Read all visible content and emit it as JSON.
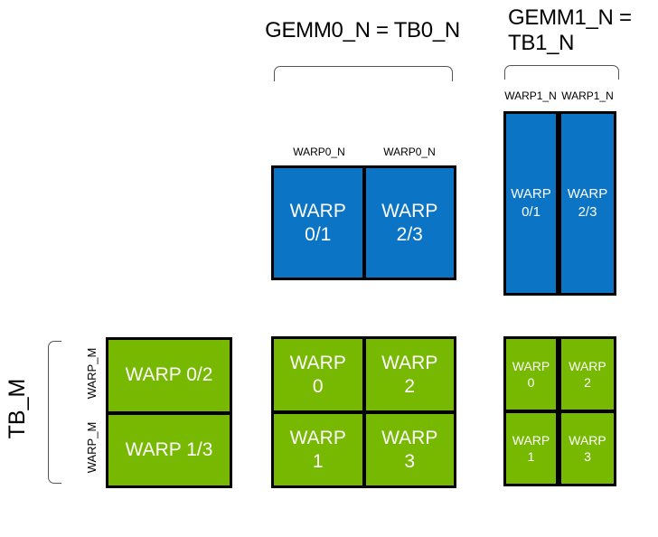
{
  "colors": {
    "blue": "#0b74c5",
    "green": "#76b900",
    "line": "#555555",
    "border": "#000000"
  },
  "titles": {
    "gemm0": "GEMM0_N = TB0_N",
    "gemm1_line1": "GEMM1_N =",
    "gemm1_line2": "TB1_N"
  },
  "axis": {
    "tb_m": "TB_M",
    "warp_m_top": "WARP_M",
    "warp_m_bottom": "WARP_M"
  },
  "blue_wide": {
    "col_labels": [
      "WARP0_N",
      "WARP0_N"
    ],
    "cells": [
      {
        "l1": "WARP",
        "l2": "0/1"
      },
      {
        "l1": "WARP",
        "l2": "2/3"
      }
    ]
  },
  "blue_tall": {
    "col_labels": [
      "WARP1_N",
      "WARP1_N"
    ],
    "cells": [
      {
        "l1": "WARP",
        "l2": "0/1"
      },
      {
        "l1": "WARP",
        "l2": "2/3"
      }
    ]
  },
  "green_left": {
    "rows": [
      "WARP 0/2",
      "WARP 1/3"
    ]
  },
  "green_center": {
    "cells": [
      {
        "l1": "WARP",
        "l2": "0"
      },
      {
        "l1": "WARP",
        "l2": "2"
      },
      {
        "l1": "WARP",
        "l2": "1"
      },
      {
        "l1": "WARP",
        "l2": "3"
      }
    ]
  },
  "green_right": {
    "cells": [
      {
        "l1": "WARP",
        "l2": "0"
      },
      {
        "l1": "WARP",
        "l2": "2"
      },
      {
        "l1": "WARP",
        "l2": "1"
      },
      {
        "l1": "WARP",
        "l2": "3"
      }
    ]
  }
}
